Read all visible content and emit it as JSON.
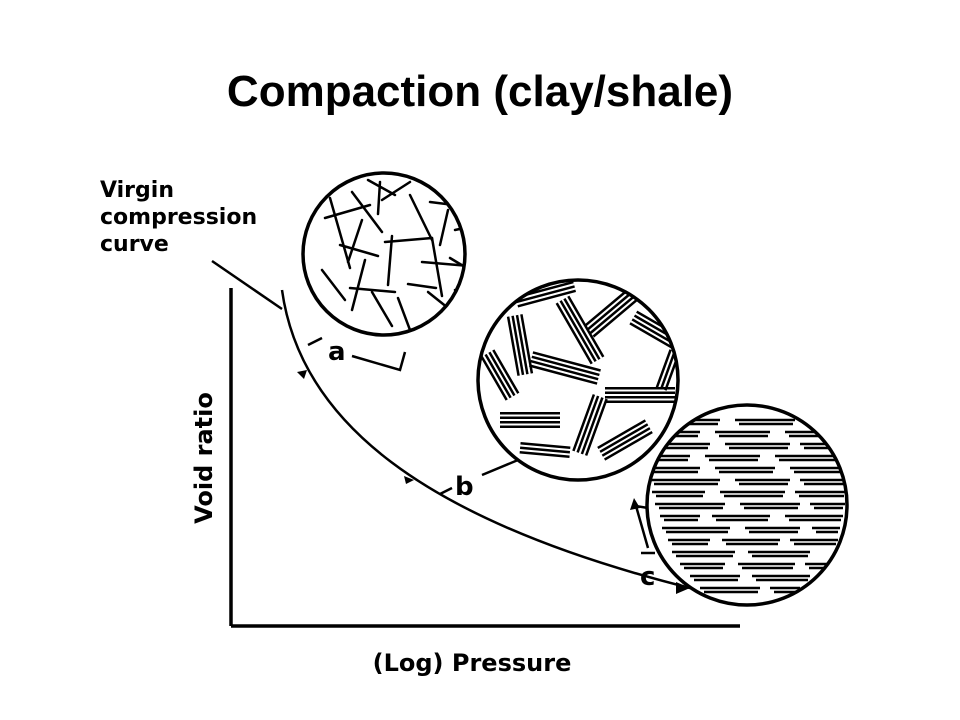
{
  "title": "Compaction (clay/shale)",
  "curve_label": [
    "Virgin",
    "compression",
    "curve"
  ],
  "y_axis_label": "Void ratio",
  "x_axis_label": "(Log) Pressure",
  "stage_labels": {
    "a": "a",
    "b": "b",
    "c": "c"
  },
  "colors": {
    "ink": "#000000",
    "background": "#ffffff"
  }
}
